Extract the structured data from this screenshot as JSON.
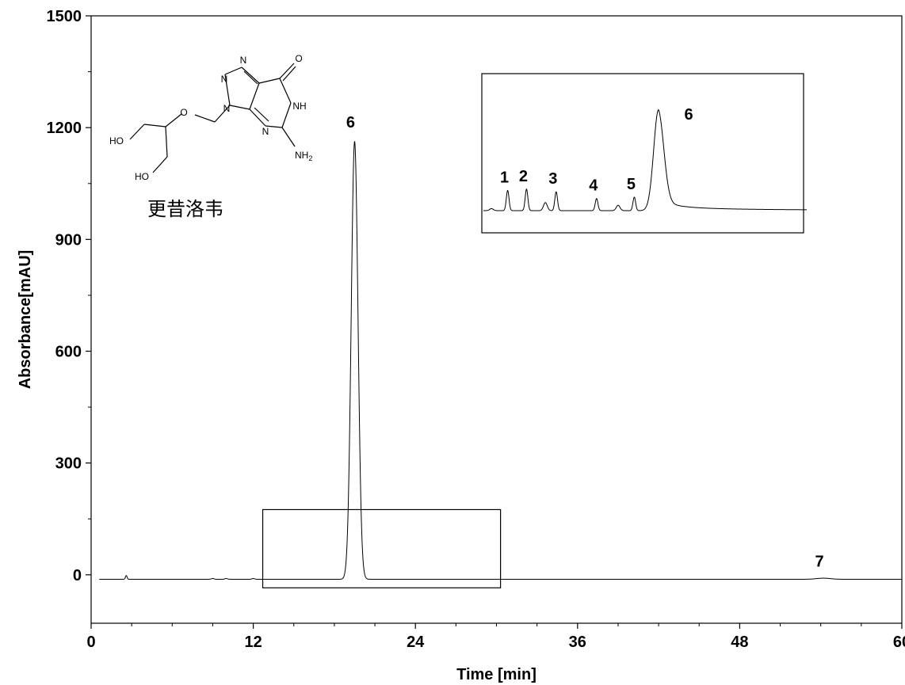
{
  "chart_data": {
    "type": "line",
    "xlabel": "Time [min]",
    "ylabel": "Absorbance[mAU]",
    "xlim": [
      0,
      60
    ],
    "ylim": [
      -130,
      1500
    ],
    "x_ticks": [
      0,
      12,
      24,
      36,
      48,
      60
    ],
    "y_ticks": [
      0,
      300,
      600,
      900,
      1200,
      1500
    ],
    "grid": false,
    "legend": "none",
    "baseline": -12,
    "series": [
      {
        "peaks": [
          {
            "label": "6",
            "time": 19.5,
            "height": 1175,
            "width": 0.25
          },
          {
            "label": "7",
            "time": 54.2,
            "height": -10,
            "width": 0.5
          }
        ]
      }
    ],
    "zoom_box": {
      "x_range": [
        12.7,
        30.3
      ],
      "y_range": [
        -35,
        175
      ]
    },
    "inset": {
      "baseline": 0.0,
      "peaks": [
        {
          "label": "1",
          "time": 13.9,
          "height": 0.3
        },
        {
          "label": "2",
          "time": 14.6,
          "height": 0.32
        },
        {
          "label": "3",
          "time": 15.7,
          "height": 0.28
        },
        {
          "label": "4",
          "time": 17.2,
          "height": 0.18
        },
        {
          "label": "5",
          "time": 18.6,
          "height": 0.2
        },
        {
          "label": "6",
          "time": 19.5,
          "height": 1.5
        }
      ]
    },
    "annotations": {
      "compound_name": "更昔洛韦",
      "structure_labels": [
        "N",
        "O",
        "N",
        "NH",
        "N",
        "N",
        "NH2",
        "O",
        "HO",
        "HO"
      ]
    }
  }
}
